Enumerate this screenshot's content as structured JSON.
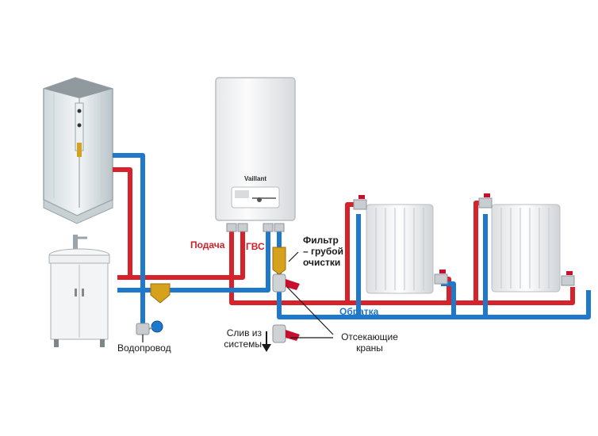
{
  "labels": {
    "supply": "Подача",
    "dhw": "ГВС",
    "filter": [
      "Фильтр",
      "– грубой",
      "очистки"
    ],
    "return": "Обратка",
    "drain": [
      "Слив из",
      "системы"
    ],
    "shutoff": [
      "Отсекающие",
      "краны"
    ],
    "water_supply": "Водопровод"
  },
  "boiler": {
    "brand": "Vaillant"
  },
  "colors": {
    "hot_pipe": "#d6222a",
    "cold_pipe": "#1e78cc",
    "text_dark": "#1a1a1a",
    "valve_handle": "#c8102e",
    "filter_brass": "#d6a21e"
  },
  "icons": [
    "shower-cabin-icon",
    "washbasin-icon",
    "boiler-icon",
    "radiator-icon",
    "ball-valve-icon",
    "strainer-filter-icon",
    "drain-arrow-icon"
  ]
}
